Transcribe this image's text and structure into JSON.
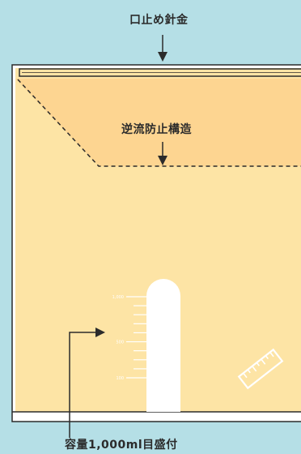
{
  "labels": {
    "wire_closure": "口止め針金",
    "check_valve": "逆流防止構造",
    "volume_scale": "容量1,000ml目盛付"
  },
  "scale": {
    "ticks": [
      {
        "label": "1,000",
        "level": 1000
      },
      {
        "label": "500",
        "level": 500
      },
      {
        "label": "100",
        "level": 100
      }
    ]
  },
  "colors": {
    "background": "#b5dfe6",
    "bag_fill": "#fde4a5",
    "check_zone_fill": "#fdd591",
    "outline": "#2b2b2b",
    "scale_white": "#ffffff"
  }
}
